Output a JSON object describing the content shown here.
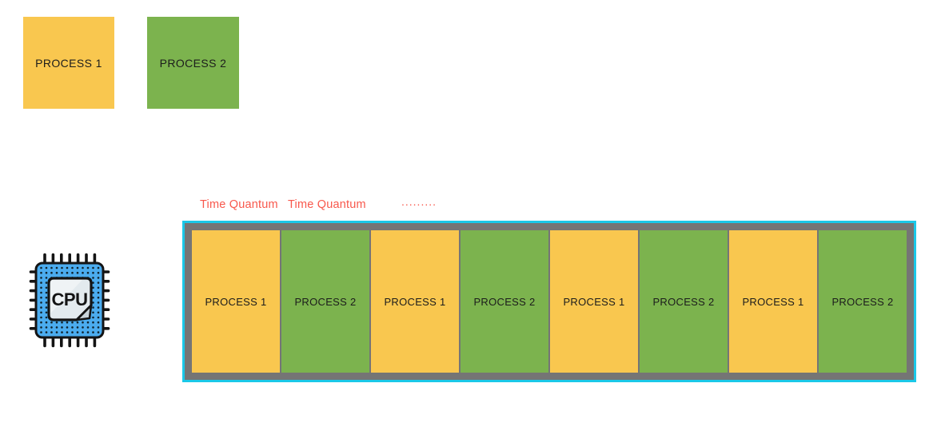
{
  "legend": {
    "process1_label": "PROCESS 1",
    "process2_label": "PROCESS 2"
  },
  "annotations": {
    "time_quantum_1": "Time Quantum",
    "time_quantum_2": "Time Quantum",
    "ellipsis": "........."
  },
  "cpu": {
    "label": "CPU"
  },
  "queue": {
    "blocks": [
      {
        "label": "PROCESS 1",
        "type": "process1"
      },
      {
        "label": "PROCESS 2",
        "type": "process2"
      },
      {
        "label": "PROCESS 1",
        "type": "process1"
      },
      {
        "label": "PROCESS 2",
        "type": "process2"
      },
      {
        "label": "PROCESS 1",
        "type": "process1"
      },
      {
        "label": "PROCESS 2",
        "type": "process2"
      },
      {
        "label": "PROCESS 1",
        "type": "process1"
      },
      {
        "label": "PROCESS 2",
        "type": "process2"
      }
    ]
  },
  "colors": {
    "process1_yellow": "#F9C74F",
    "process2_green": "#7CB34E",
    "queue_background_gray": "#757575",
    "queue_border_cyan": "#1BC8E8",
    "annotation_red": "#F8584C",
    "cpu_body_blue": "#4BACEF",
    "text_dark": "#1C1C1C"
  }
}
